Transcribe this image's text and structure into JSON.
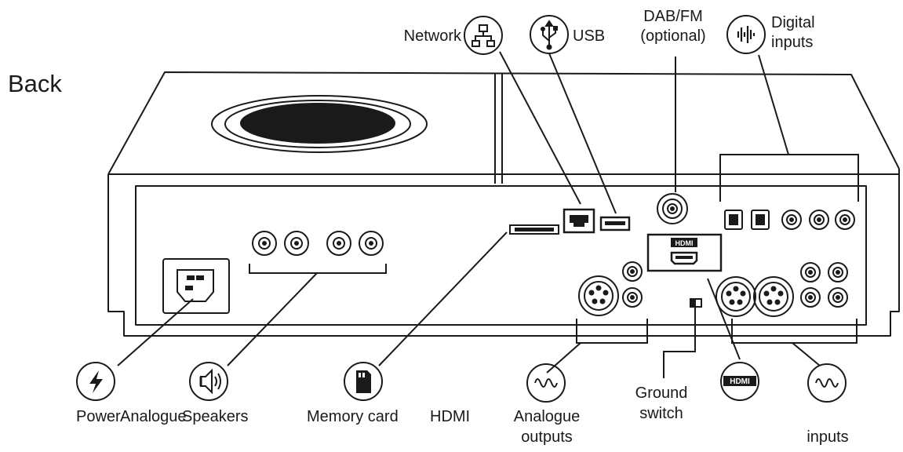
{
  "title": "Back",
  "labels": {
    "network": "Network",
    "usb": "USB",
    "dab_line1": "DAB/FM",
    "dab_line2": "(optional)",
    "digital_line1": "Digital",
    "digital_line2": "inputs",
    "power": "Power",
    "analogue_overlap": "Analogue",
    "speakers": "Speakers",
    "memory_card": "Memory card",
    "hdmi": "HDMI",
    "analogue_outputs_line1": "Analogue",
    "analogue_outputs_line2": "outputs",
    "ground_line1": "Ground",
    "ground_line2": "switch",
    "inputs": "inputs"
  },
  "hdmi_logo_text": "HDMI",
  "icons": {
    "network": "network-icon",
    "usb": "usb-icon",
    "digital": "digital-waveform-icon",
    "power": "lightning-bolt-icon",
    "speakers": "speaker-icon",
    "memory_card": "memory-card-icon",
    "analogue_out": "sine-wave-icon",
    "hdmi": "hdmi-logo-icon",
    "analogue_in": "sine-wave-icon"
  },
  "colors": {
    "line": "#1a1a1a",
    "background": "#ffffff",
    "dial": "#1a1a1a"
  }
}
